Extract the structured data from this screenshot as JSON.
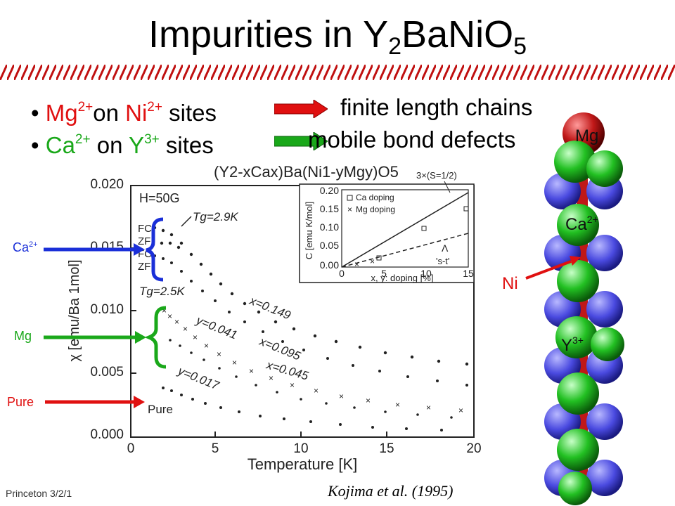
{
  "slide": {
    "title_main": "Impurities in Y",
    "title_sub1": "2",
    "title_mid": "BaNiO",
    "title_sub2": "5",
    "bullets": [
      {
        "dot": "•",
        "ion1": "Mg",
        "ion1_charge": "2+",
        "mid": "on ",
        "ion2": "Ni",
        "ion2_charge": "2+",
        "tail": " sites",
        "result": "finite length chains",
        "arrow_color": "#e01010"
      },
      {
        "dot": "•",
        "ion1": "Ca",
        "ion1_charge": "2+",
        "mid": " on ",
        "ion2": "Y",
        "ion2_charge": "3+",
        "tail": " sites",
        "result": "mobile bond defects",
        "arrow_color": "#1aa81a"
      }
    ],
    "footer_left": "Princeton  3/2/1",
    "citation": "Kojima et al. (1995)"
  },
  "plot": {
    "header": "(Y2-xCax)Ba(Ni1-yMgy)O5",
    "field": "H=50G",
    "ylabel": "χ [emu/Ba 1mol]",
    "xlabel": "Temperature [K]",
    "yticks": [
      "0.020",
      "0.015",
      "0.010",
      "0.005",
      "0.000"
    ],
    "xticks": [
      "0",
      "5",
      "10",
      "15",
      "20"
    ],
    "annotations": {
      "tg1": "Tg=2.9K",
      "tg2": "Tg=2.5K",
      "fc1": "FC",
      "zf1": "ZF",
      "fc2": "FC",
      "zf2": "ZF",
      "x149": "x=0.149",
      "x095": "x=0.095",
      "x045": "x=0.045",
      "y041": "y=0.041",
      "y017": "y=0.017",
      "pure": "Pure"
    },
    "inset": {
      "ylabel": "C [emu K/mol]",
      "xlabel": "x, y: doping [%]",
      "legend_ca": "Ca doping",
      "legend_mg": "Mg doping",
      "top_label": "3×(S=1/2)",
      "st_label": "'s-t'",
      "lambda": "Λ",
      "yticks": [
        "0.20",
        "0.15",
        "0.10",
        "0.05",
        "0.00"
      ],
      "xticks": [
        "0",
        "5",
        "10",
        "15"
      ]
    },
    "side_labels": {
      "ca": "Ca",
      "ca_charge": "2+",
      "mg": "Mg",
      "pure": "Pure"
    }
  },
  "chain": {
    "mg": "Mg",
    "ca": "Ca",
    "ca_charge": "2+",
    "ni": "Ni",
    "y": "Y",
    "y_charge": "3+"
  },
  "colors": {
    "red": "#e01010",
    "green": "#1aa81a",
    "blue": "#1a2fd8",
    "sphere_blue": "#4a4ae0",
    "sphere_green": "#22c022",
    "sphere_red": "#c01818"
  }
}
